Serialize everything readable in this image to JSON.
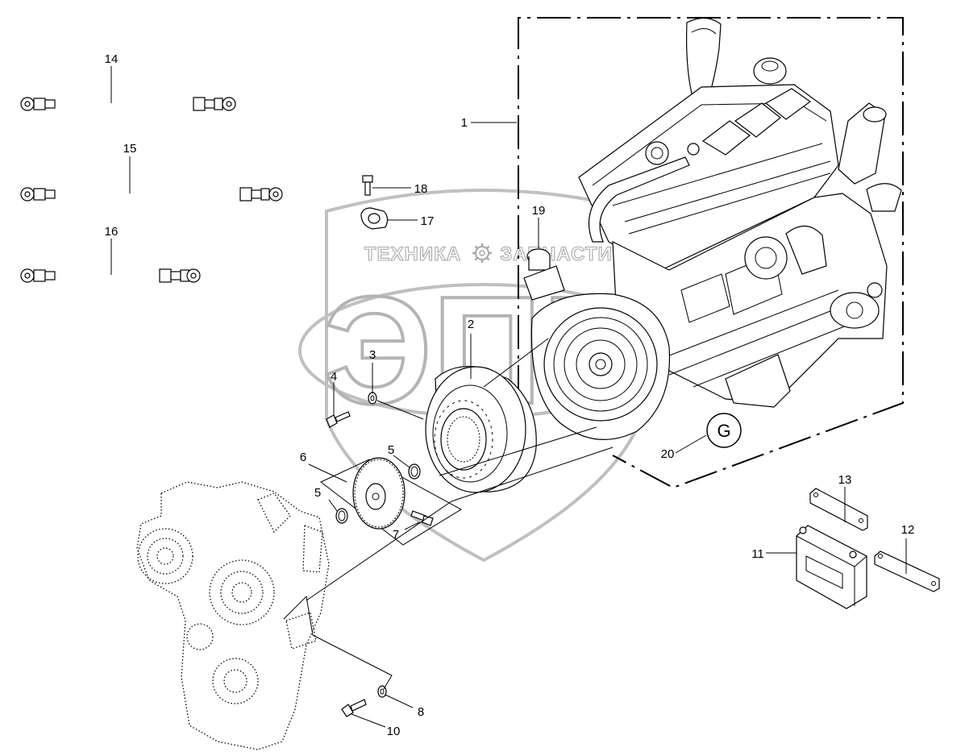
{
  "watermark": {
    "left_word": "ТЕХНИКА",
    "right_word": "ЗАПЧАСТИ",
    "emblem_letters": "ЭПР"
  },
  "group_marker": "G",
  "callouts": [
    "1",
    "2",
    "3",
    "4",
    "5",
    "5",
    "6",
    "7",
    "8",
    "10",
    "11",
    "12",
    "13",
    "14",
    "15",
    "16",
    "17",
    "18",
    "19",
    "20"
  ]
}
